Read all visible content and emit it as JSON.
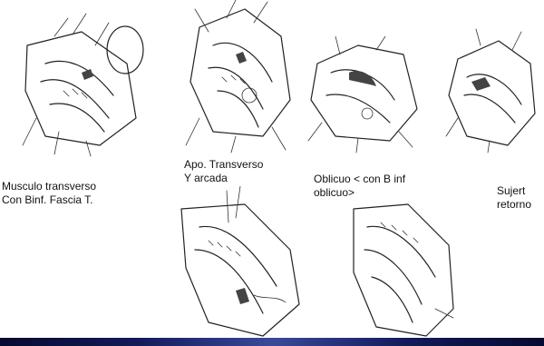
{
  "captions": [
    {
      "lines": [
        "Musculo transverso",
        "Con Binf. Fascia T."
      ]
    },
    {
      "lines": [
        "Apo. Transverso",
        "Y arcada"
      ]
    },
    {
      "lines": [
        "Oblicuo < con B inf",
        "oblicuo>"
      ]
    },
    {
      "lines": [
        "Sujert",
        "retorno"
      ]
    }
  ],
  "colors": {
    "panel": "#ffffff",
    "slide_background": "#0a0e3a",
    "ink": "#222222"
  }
}
